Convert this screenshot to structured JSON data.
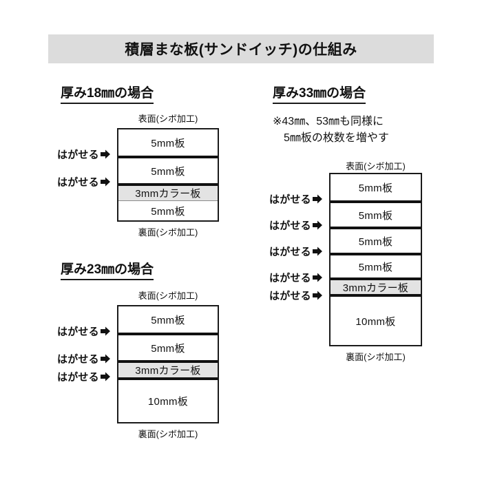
{
  "title": {
    "text": "積層まな板(サンドイッチ)の仕組み",
    "background": "#dcdcdc"
  },
  "captions": {
    "front": "表面(シボ加工)",
    "back": "裏面(シボ加工)"
  },
  "peel_label": "はがせる",
  "peel_arrow_icon": "right-arrow-icon",
  "colors": {
    "color_board_fill": "#e3e3e3",
    "line": "#111111",
    "board_fill": "#ffffff"
  },
  "sections": [
    {
      "id": "thickness-18",
      "heading": "厚み18㎜の場合",
      "note": null,
      "front_caption": "表面(シボ加工)",
      "back_caption": "裏面(シボ加工)",
      "layers": [
        {
          "label": "5mm板",
          "type": "plain",
          "peelable_above": false
        },
        {
          "label": "5mm板",
          "type": "plain",
          "peelable_above": true
        },
        {
          "label": "3mmカラー板",
          "type": "color",
          "peelable_above": true
        },
        {
          "label": "5mm板",
          "type": "plain",
          "peelable_above": false
        }
      ]
    },
    {
      "id": "thickness-23",
      "heading": "厚み23㎜の場合",
      "note": null,
      "front_caption": "表面(シボ加工)",
      "back_caption": "裏面(シボ加工)",
      "layers": [
        {
          "label": "5mm板",
          "type": "plain",
          "peelable_above": false
        },
        {
          "label": "5mm板",
          "type": "plain",
          "peelable_above": true
        },
        {
          "label": "3mmカラー板",
          "type": "color",
          "peelable_above": true
        },
        {
          "label": "10mm板",
          "type": "plain",
          "peelable_above": true
        }
      ]
    },
    {
      "id": "thickness-33",
      "heading": "厚み33㎜の場合",
      "note": {
        "line1": "※43㎜、53㎜も同様に",
        "line2": "5㎜板の枚数を増やす"
      },
      "front_caption": "表面(シボ加工)",
      "back_caption": "裏面(シボ加工)",
      "layers": [
        {
          "label": "5mm板",
          "type": "plain",
          "peelable_above": false
        },
        {
          "label": "5mm板",
          "type": "plain",
          "peelable_above": true
        },
        {
          "label": "5mm板",
          "type": "plain",
          "peelable_above": true
        },
        {
          "label": "5mm板",
          "type": "plain",
          "peelable_above": true
        },
        {
          "label": "3mmカラー板",
          "type": "color",
          "peelable_above": true
        },
        {
          "label": "10mm板",
          "type": "plain",
          "peelable_above": true
        }
      ]
    }
  ]
}
